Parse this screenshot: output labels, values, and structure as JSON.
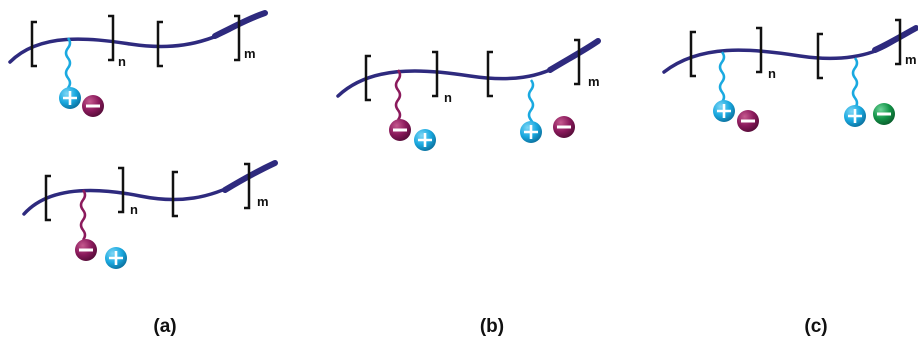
{
  "labels": {
    "n": "n",
    "m": "m"
  },
  "captions": {
    "a": "(a)",
    "b": "(b)",
    "c": "(c)"
  },
  "ions": {
    "plus": "+",
    "minus": "−"
  },
  "colors": {
    "backbone": "#2e2a7e",
    "cation": "#1aa9e0",
    "anion_purple": "#8b1a5c",
    "anion_green": "#139448",
    "bracket": "#111111"
  }
}
